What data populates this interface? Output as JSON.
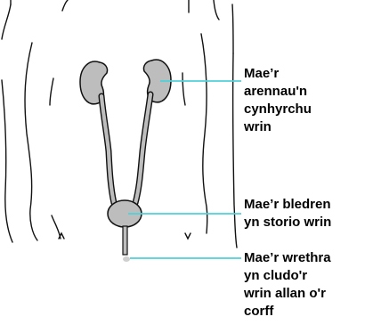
{
  "labels": {
    "kidneys": [
      "Mae’r",
      "arennau'n",
      "cynhyrchu",
      "wrin"
    ],
    "bladder": [
      "Mae’r bledren",
      "yn storio wrin"
    ],
    "urethra": [
      "Mae’r wrethra",
      "yn cludo'r",
      "wrin allan o'r",
      "corff"
    ]
  },
  "colors": {
    "organ_fill": "#bdbdbd",
    "pointer_line": "#4fd1d9",
    "outline": "#111111"
  }
}
